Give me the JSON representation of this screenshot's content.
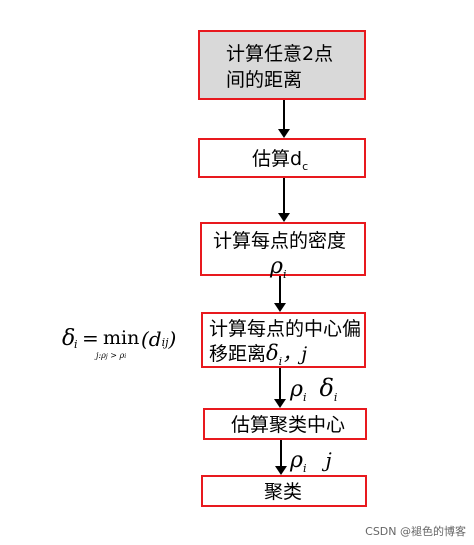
{
  "steps": [
    {
      "line1": "计算任意2点",
      "line2": "间的距离",
      "fill": "#d9d9d9"
    },
    {
      "text": "估算d",
      "sub": "c",
      "fill": "#ffffff"
    },
    {
      "line1": "计算每点的密度",
      "symbol": "ρ",
      "symbol_sub": "i",
      "fill": "#ffffff"
    },
    {
      "line1": "计算每点的中心偏",
      "line2": "移距离",
      "symbol": "δ",
      "symbol_sub": "i",
      "extra": "，j",
      "fill": "#ffffff"
    },
    {
      "text": "估算聚类中心",
      "fill": "#ffffff"
    },
    {
      "text": "聚类",
      "fill": "#ffffff"
    }
  ],
  "formula": {
    "lhs": "δ",
    "lhs_sub": "i",
    "eq": "=",
    "op": "min",
    "op_sub": "j:ρ",
    "op_sub_j": "j",
    "op_gt": " > ρ",
    "op_sub_i": "i",
    "arg_open": "(d",
    "arg_sub": "ij",
    "arg_close": ")"
  },
  "arrow_labels": [
    {
      "a": "ρ",
      "a_sub": "i",
      "b": "δ",
      "b_sub": "i"
    },
    {
      "a": "ρ",
      "a_sub": "i",
      "b": "j"
    }
  ],
  "watermark": "CSDN @褪色的博客",
  "colors": {
    "border": "#e8191e",
    "arrow": "#000000"
  }
}
